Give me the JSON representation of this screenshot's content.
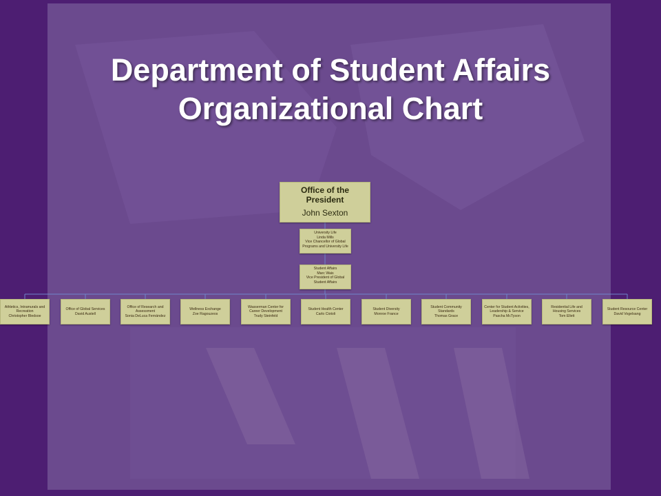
{
  "title_line1": "Department of Student Affairs",
  "title_line2": "Organizational Chart",
  "president": {
    "title": "Office of the President",
    "person": "John Sexton"
  },
  "university_life": {
    "title": "University Life",
    "person": "Linda Mills",
    "role": "Vice Chancellor of Global Programs and University Life"
  },
  "student_affairs": {
    "title": "Student Affairs",
    "person": "Marc Wais",
    "role": "Vice President of Global Student Affairs"
  },
  "departments": [
    {
      "title": "Athletics, Intramurals and Recreation",
      "person": "Christopher Bledsoe"
    },
    {
      "title": "Office of Global Services",
      "person": "David Austell"
    },
    {
      "title": "Office of Research and Assessment",
      "person": "Sonia DeLuca Fernández"
    },
    {
      "title": "Wellness Exchange",
      "person": "Zoe Ragouzeos"
    },
    {
      "title": "Wasserman Center for Career Development",
      "person": "Trudy Steinfeld"
    },
    {
      "title": "Student Health Center",
      "person": "Carlo Ciotoli"
    },
    {
      "title": "Student Diversity",
      "person": "Monroe France"
    },
    {
      "title": "Student Community Standards",
      "person": "Thomas Grace"
    },
    {
      "title": "Center for Student Activities, Leadership & Service",
      "person": "Pascha McTyson"
    },
    {
      "title": "Residential Life and Housing Services",
      "person": "Tom Ellett"
    },
    {
      "title": "Student Resource Center",
      "person": "David Vogelsang"
    }
  ],
  "colors": {
    "background": "#4d1e72",
    "panel": "#6b4a8e",
    "node_fill": "#cfcf9a",
    "connector": "#6f86c9"
  }
}
